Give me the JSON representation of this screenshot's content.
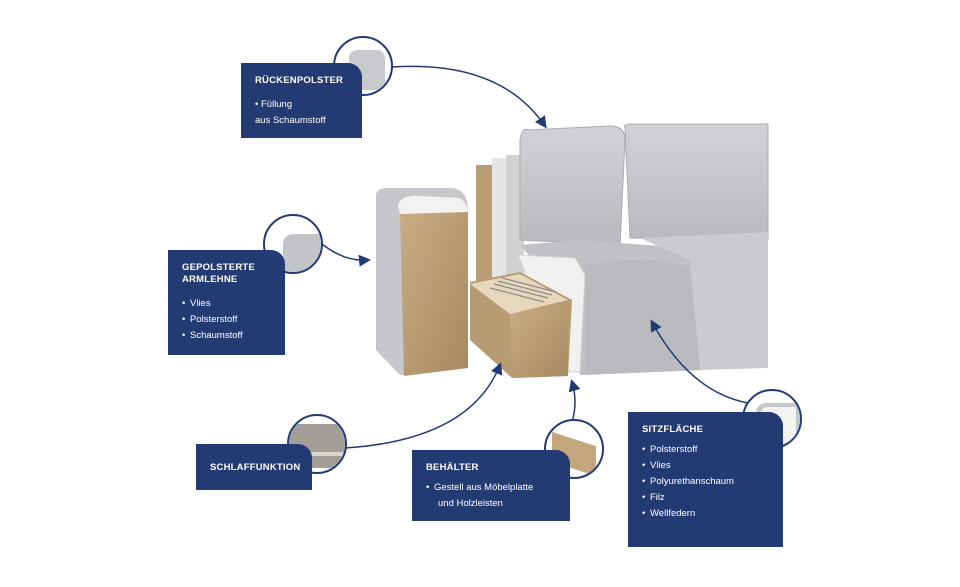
{
  "accent": "#243a73",
  "labels": {
    "rueckenpolster": {
      "title": "RÜCKENPOLSTER",
      "items": [
        "• Füllung",
        "aus Schaumstoff"
      ]
    },
    "armlehne": {
      "title_line1": "GEPOLSTERTE",
      "title_line2": "ARMLEHNE",
      "items": [
        "Vlies",
        "Polsterstoff",
        "Schaumstoff"
      ]
    },
    "schlaffunktion": {
      "title": "SCHLAFFUNKTION"
    },
    "behaelter": {
      "title": "BEHÄLTER",
      "items": [
        "Gestell aus Möbelplatte",
        "und Holzleisten"
      ]
    },
    "sitzflaeche": {
      "title": "SITZFLÄCHE",
      "items": [
        "Polsterstoff",
        "Vlies",
        "Polyurethanschaum",
        "Filz",
        "Wellfedern"
      ]
    }
  }
}
